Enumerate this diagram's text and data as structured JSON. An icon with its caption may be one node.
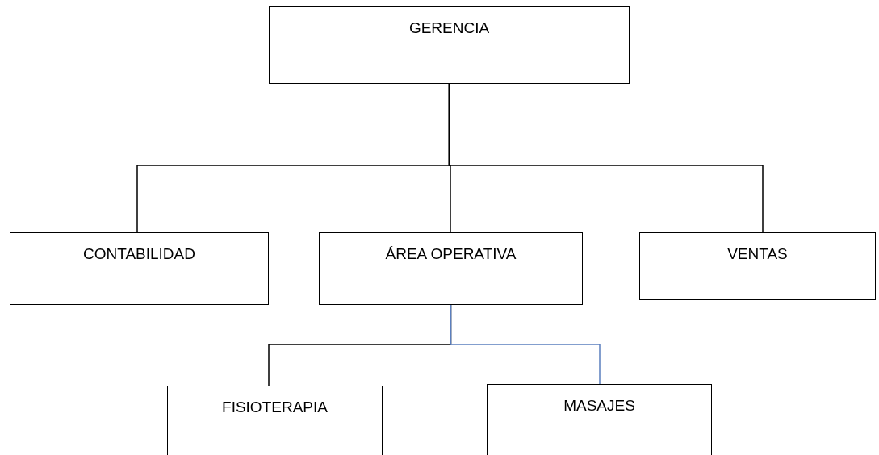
{
  "diagram": {
    "nodes": [
      {
        "text": [
          "GERENCIA"
        ]
      },
      {
        "text": [
          "CONTABILIDAD"
        ]
      },
      {
        "text": [
          "ÁREA OPERATIVA"
        ]
      },
      {
        "text": [
          "VENTAS"
        ]
      },
      {
        "text": [
          "FISIOTERAPIA"
        ]
      },
      {
        "text": [
          "MASAJES"
        ]
      }
    ],
    "edges": [
      {
        "from": 0,
        "to": 1,
        "arrow": "none"
      },
      {
        "from": 0,
        "to": 2,
        "arrow": "none"
      },
      {
        "from": 0,
        "to": 3,
        "arrow": "none"
      },
      {
        "from": 2,
        "to": 4,
        "arrow": "none"
      },
      {
        "from": 2,
        "to": 5,
        "arrow": "none",
        "color": "#5b7fbf"
      }
    ]
  }
}
